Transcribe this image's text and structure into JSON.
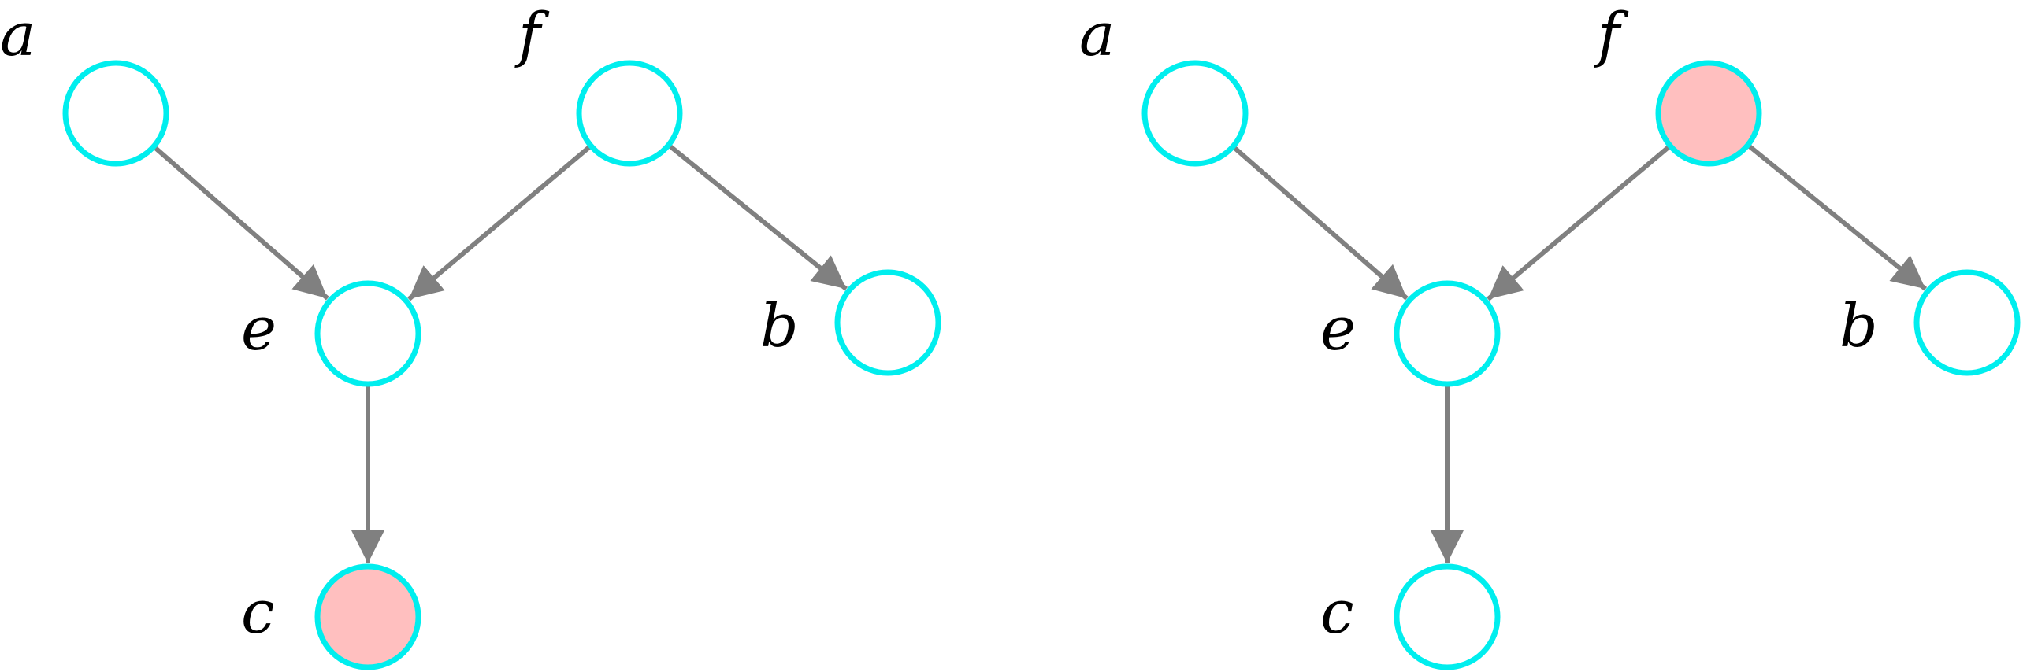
{
  "colors": {
    "node_stroke": "#00eeee",
    "edge": "#808080",
    "observed_fill": "#ffbfbf",
    "unobserved_fill": "#ffffff"
  },
  "panels": [
    {
      "id": "left",
      "nodes": [
        {
          "id": "a",
          "label": "a",
          "observed": false
        },
        {
          "id": "f",
          "label": "f",
          "observed": false
        },
        {
          "id": "e",
          "label": "e",
          "observed": false
        },
        {
          "id": "b",
          "label": "b",
          "observed": false
        },
        {
          "id": "c",
          "label": "c",
          "observed": true
        }
      ],
      "edges": [
        {
          "from": "a",
          "to": "e"
        },
        {
          "from": "f",
          "to": "e"
        },
        {
          "from": "f",
          "to": "b"
        },
        {
          "from": "e",
          "to": "c"
        }
      ]
    },
    {
      "id": "right",
      "nodes": [
        {
          "id": "a",
          "label": "a",
          "observed": false
        },
        {
          "id": "f",
          "label": "f",
          "observed": true
        },
        {
          "id": "e",
          "label": "e",
          "observed": false
        },
        {
          "id": "b",
          "label": "b",
          "observed": false
        },
        {
          "id": "c",
          "label": "c",
          "observed": false
        }
      ],
      "edges": [
        {
          "from": "a",
          "to": "e"
        },
        {
          "from": "f",
          "to": "e"
        },
        {
          "from": "f",
          "to": "b"
        },
        {
          "from": "e",
          "to": "c"
        }
      ]
    }
  ]
}
